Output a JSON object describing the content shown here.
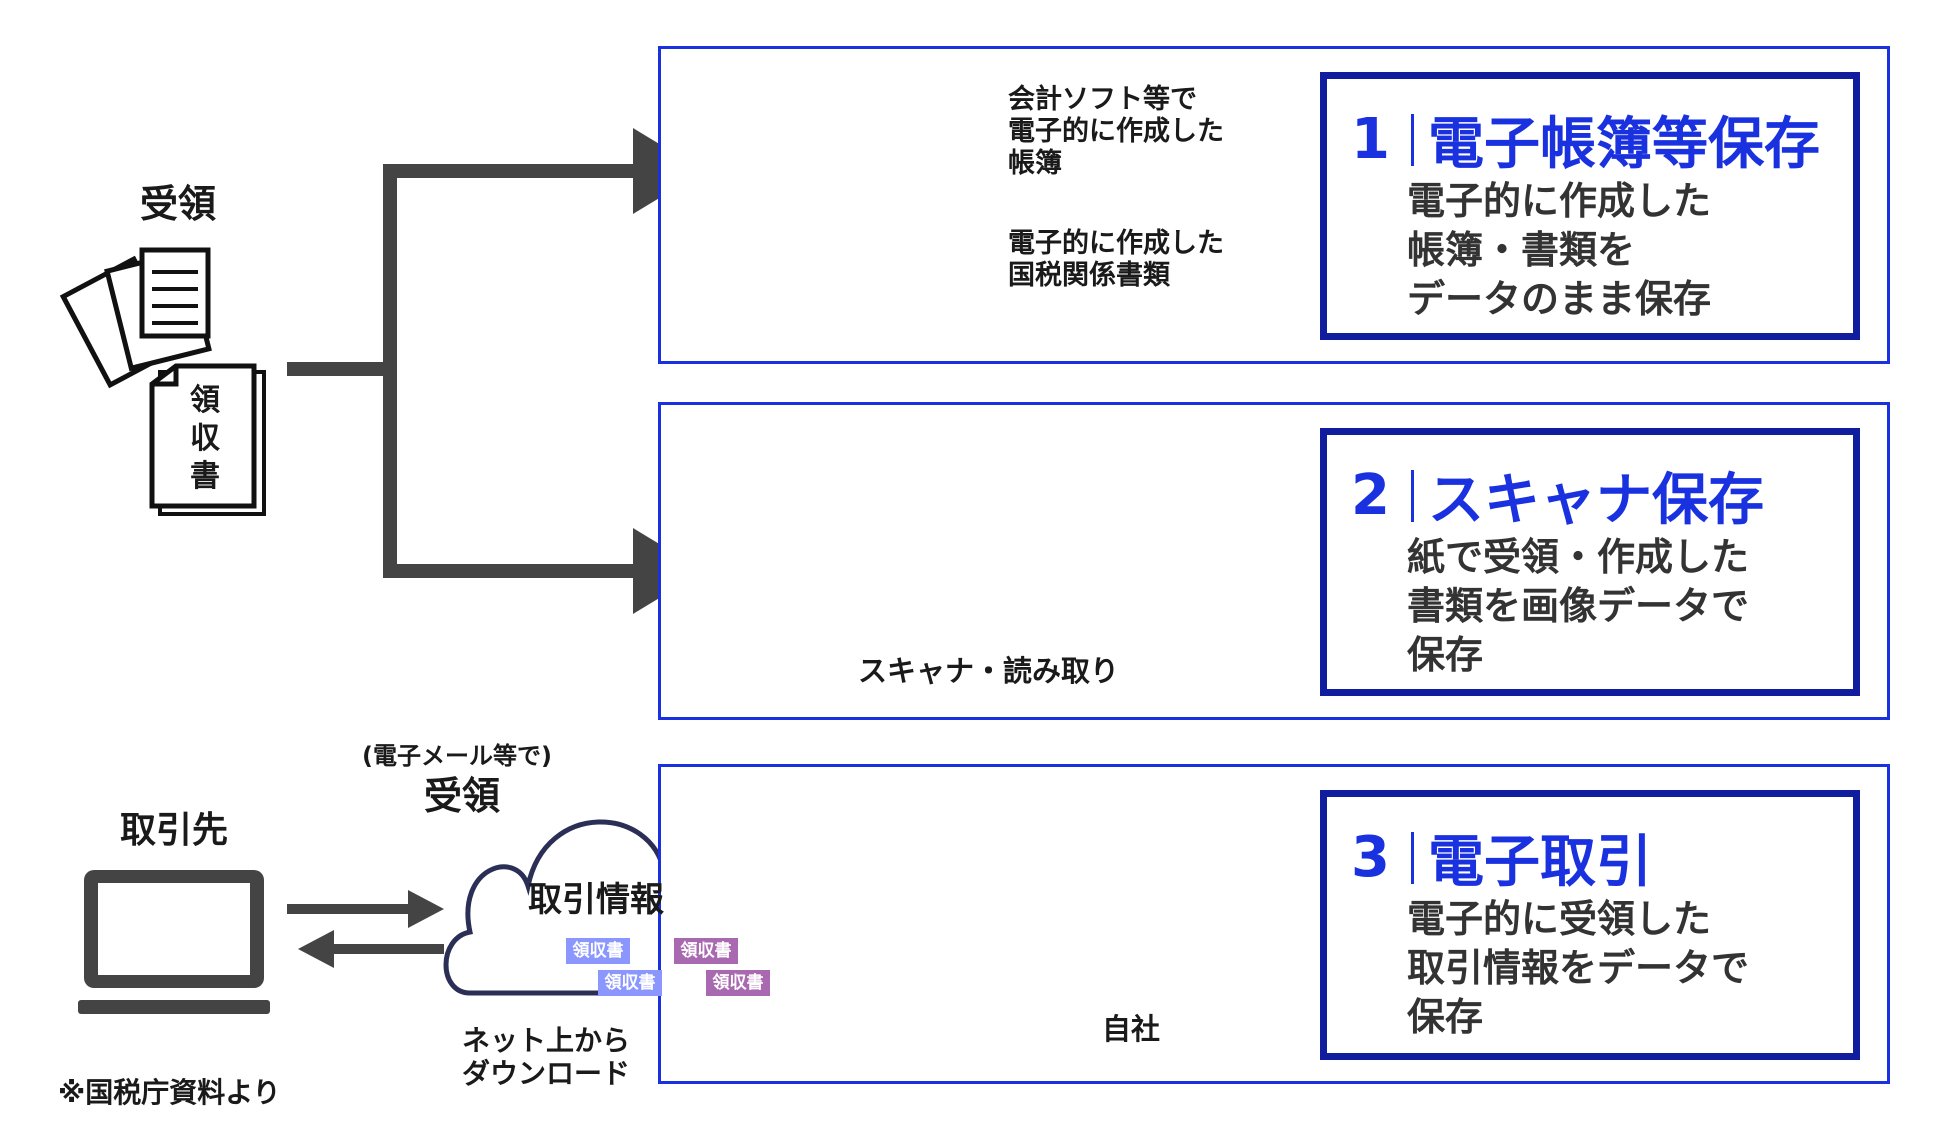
{
  "colors": {
    "accent": "#1a31e0",
    "callout_border": "#0f1d9e",
    "dark_gray": "#444444",
    "doc_blue": "#8b96ff",
    "receipt_purple": "#a869b0"
  },
  "received": {
    "label": "受領",
    "receipt_text": "領収書"
  },
  "panel1": {
    "doc1_label": "会計ソフト等で\n電子的に作成した\n帳簿",
    "doc2_label": "電子的に作成した\n国税関係書類",
    "callout": {
      "number": "1",
      "title": "電子帳簿等保存",
      "body": "電子的に作成した\n帳簿・書類を\nデータのまま保存"
    }
  },
  "panel2": {
    "scanner_label": "スキャナ・読み取り",
    "callout": {
      "number": "2",
      "title": "スキャナ保存",
      "body": "紙で受領・作成した\n書類を画像データで\n保存"
    }
  },
  "panel3": {
    "partner_label": "取引先",
    "email_note": "(電子メール等で)",
    "received_label": "受領",
    "cloud_label": "取引情報",
    "receipt_tag": "領収書",
    "download_label": "ネット上から\nダウンロード",
    "own_company_label": "自社",
    "callout": {
      "number": "3",
      "title": "電子取引",
      "body": "電子的に受領した\n取引情報をデータで\n保存"
    }
  },
  "source_note": "※国税庁資料より",
  "icons": [
    "laptop-icon",
    "document-icon",
    "scanner-icon",
    "cloud-icon",
    "paper-stack-icon",
    "receipt-icon",
    "exchange-arrows-icon",
    "chevron-right-icon"
  ]
}
